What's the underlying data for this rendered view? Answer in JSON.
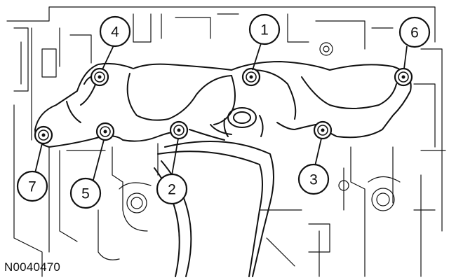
{
  "figure": {
    "id_label": "N0040470"
  },
  "callouts": [
    {
      "number": "1"
    },
    {
      "number": "2"
    },
    {
      "number": "3"
    },
    {
      "number": "4"
    },
    {
      "number": "5"
    },
    {
      "number": "6"
    },
    {
      "number": "7"
    }
  ]
}
